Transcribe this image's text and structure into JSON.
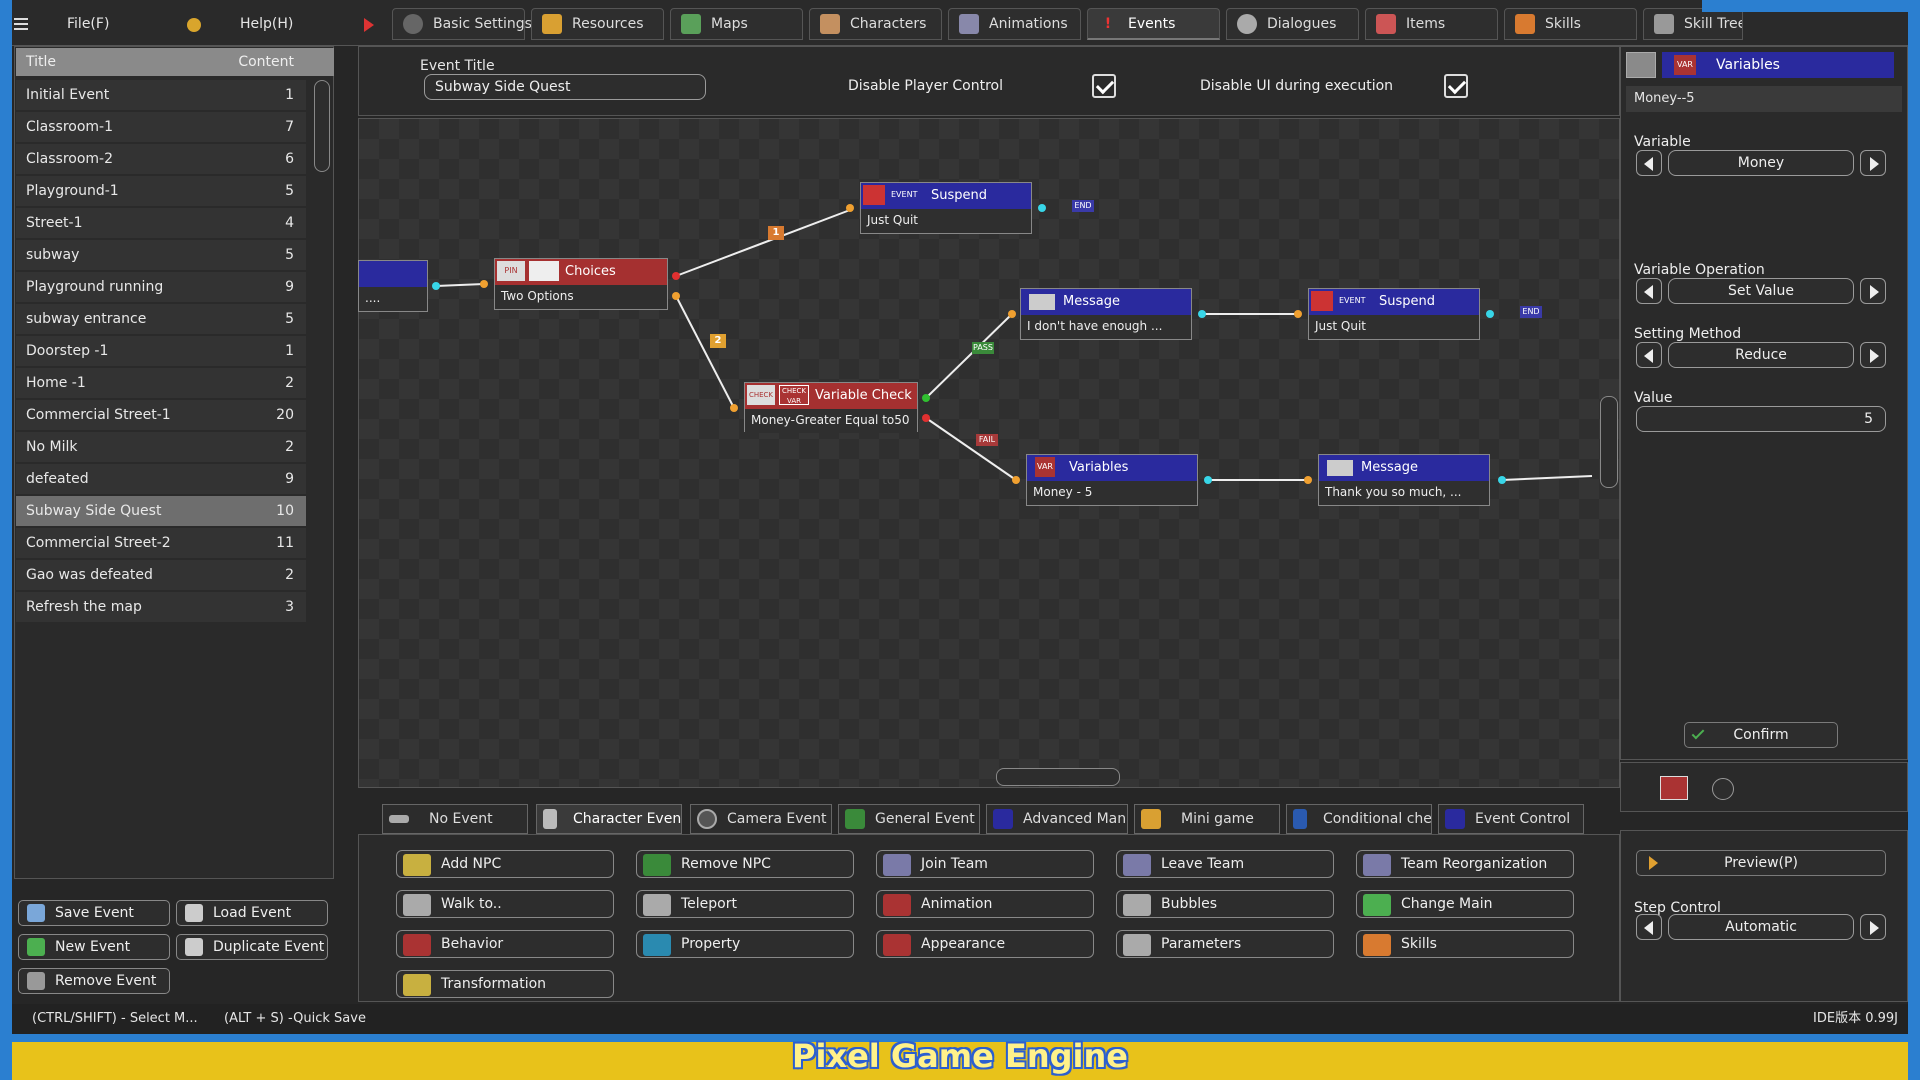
{
  "menu": {
    "file": "File(F)",
    "help": "Help(H)"
  },
  "tabs": [
    {
      "label": "Basic Settings",
      "icon": "gear-icon"
    },
    {
      "label": "Resources",
      "icon": "folder-icon"
    },
    {
      "label": "Maps",
      "icon": "map-icon"
    },
    {
      "label": "Characters",
      "icon": "character-icon"
    },
    {
      "label": "Animations",
      "icon": "animation-icon"
    },
    {
      "label": "Events",
      "icon": "exclamation-icon"
    },
    {
      "label": "Dialogues",
      "icon": "speech-bubble-icon"
    },
    {
      "label": "Items",
      "icon": "potion-icon"
    },
    {
      "label": "Skills",
      "icon": "skill-icon"
    },
    {
      "label": "Skill Trees",
      "icon": "skill-tree-icon"
    }
  ],
  "event_list": {
    "col_title": "Title",
    "col_content": "Content",
    "rows": [
      {
        "title": "Initial Event",
        "content": "1"
      },
      {
        "title": "Classroom-1",
        "content": "7"
      },
      {
        "title": "Classroom-2",
        "content": "6"
      },
      {
        "title": "Playground-1",
        "content": "5"
      },
      {
        "title": "Street-1",
        "content": "4"
      },
      {
        "title": "subway",
        "content": "5"
      },
      {
        "title": "Playground running",
        "content": "9"
      },
      {
        "title": "subway entrance",
        "content": "5"
      },
      {
        "title": "Doorstep -1",
        "content": "1"
      },
      {
        "title": "Home -1",
        "content": "2"
      },
      {
        "title": "Commercial Street-1",
        "content": "20"
      },
      {
        "title": " No Milk",
        "content": "2"
      },
      {
        "title": "defeated",
        "content": "9"
      },
      {
        "title": "Subway Side Quest",
        "content": "10"
      },
      {
        "title": "Commercial Street-2",
        "content": "11"
      },
      {
        "title": "Gao was defeated",
        "content": "2"
      },
      {
        "title": "Refresh the map",
        "content": "3"
      }
    ],
    "selected_index": 13
  },
  "event_buttons": {
    "save": "Save Event",
    "load": "Load Event",
    "new": "New Event",
    "duplicate": "Duplicate Event",
    "remove": "Remove Event"
  },
  "event_header": {
    "title_label": "Event Title",
    "title_value": "Subway Side Quest",
    "disable_player": "Disable Player Control",
    "disable_ui": "Disable UI during execution"
  },
  "nodes": {
    "start_body": "....",
    "choices": {
      "title": "Choices",
      "body": "Two Options",
      "icon1": "PIN",
      "branch1": "1",
      "branch2": "2"
    },
    "suspend1": {
      "title": "Suspend",
      "body": "Just Quit",
      "icon2": "EVENT",
      "end": "END"
    },
    "vcheck": {
      "title": "Variable Check",
      "body": "Money-Greater Equal to50",
      "icon1": "CHECK",
      "icon2": "CHECK VAR",
      "pass": "FAIL",
      "fail": "PASS"
    },
    "message1": {
      "title": "Message",
      "body": "I don't have enough ..."
    },
    "suspend2": {
      "title": "Suspend",
      "body": "Just Quit",
      "icon2": "EVENT",
      "end": "END"
    },
    "variables": {
      "title": "Variables",
      "body": "Money - 5",
      "icon": "VAR"
    },
    "message2": {
      "title": "Message",
      "body": "Thank you so much, ..."
    }
  },
  "event_tabs": [
    {
      "label": "No Event"
    },
    {
      "label": "Character Event"
    },
    {
      "label": "Camera Event"
    },
    {
      "label": "General Event"
    },
    {
      "label": "Advanced Manag..."
    },
    {
      "label": "Mini game"
    },
    {
      "label": "Conditional check"
    },
    {
      "label": "Event Control"
    }
  ],
  "actions": [
    "Add NPC",
    "Remove NPC",
    "Join Team",
    "Leave Team",
    "Team Reorganization",
    "Walk to..",
    "Teleport",
    "Animation",
    "Bubbles",
    "Change Main",
    "Behavior",
    "Property",
    "Appearance",
    "Parameters",
    "Skills",
    "Transformation"
  ],
  "right_panel": {
    "header": "Variables",
    "header_icon": "VAR",
    "summary": "Money--5",
    "variable_label": "Variable",
    "variable_value": "Money",
    "operation_label": "Variable Operation",
    "operation_value": "Set Value",
    "method_label": "Setting Method",
    "method_value": "Reduce",
    "value_label": "Value",
    "value_value": "5",
    "confirm": "Confirm"
  },
  "preview": {
    "label": "Preview(P)",
    "step_label": "Step Control",
    "step_value": "Automatic"
  },
  "status": {
    "hint1": "(CTRL/SHIFT) - Select M...",
    "hint2": "(ALT + S) -Quick Save",
    "version": "IDE版本 0.99J"
  },
  "banner": "Pixel Game Engine"
}
